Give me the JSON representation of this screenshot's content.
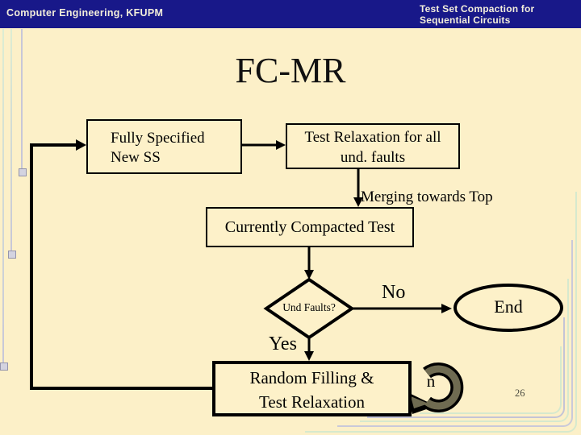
{
  "header": {
    "left": "Computer Engineering, KFUPM",
    "right_line1": "Test Set Compaction for",
    "right_line2": "Sequential Circuits"
  },
  "title": "FC-MR",
  "page_number": "26",
  "colors": {
    "header_bg": "#181889",
    "slide_bg": "#FCF0C8",
    "loop_icon": "#6F6B51",
    "line_color": "#000000"
  },
  "flowchart": {
    "fully_specified": {
      "line1": "Fully Specified",
      "line2": "New SS"
    },
    "test_relaxation": {
      "line1": "Test Relaxation for all",
      "line2": "und. faults"
    },
    "merging_label": "Merging towards Top",
    "currently_compacted": "Currently Compacted Test",
    "decision": "Und Faults?",
    "no_label": "No",
    "end_label": "End",
    "yes_label": "Yes",
    "random_filling": {
      "line1": "Random Filling &",
      "line2": "Test Relaxation"
    },
    "loop_count_label": "n"
  }
}
